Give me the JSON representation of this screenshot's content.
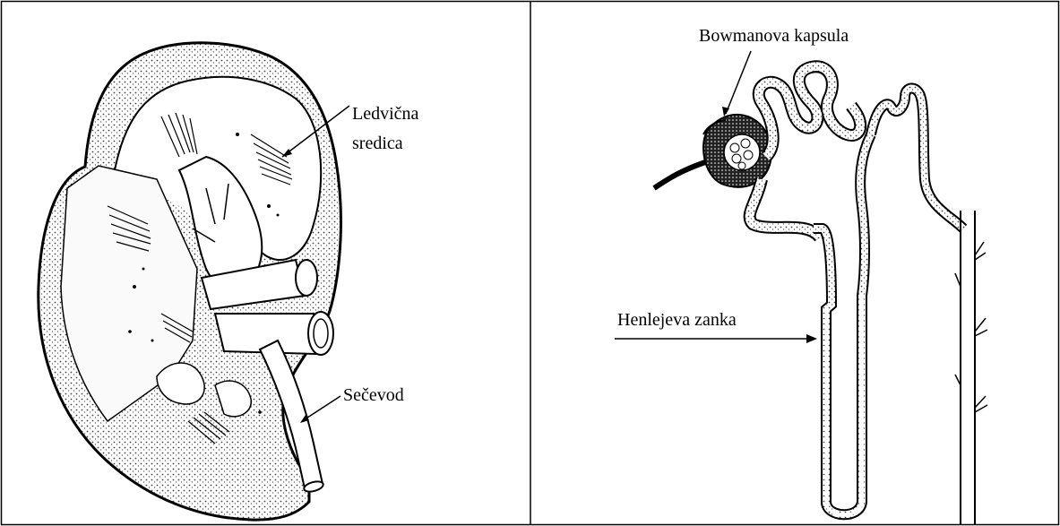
{
  "panels": {
    "kidney": {
      "labels": {
        "medulla_line1": "Ledvična",
        "medulla_line2": "sredica",
        "ureter": "Sečevod"
      }
    },
    "nephron": {
      "labels": {
        "bowman": "Bowmanova kapsula",
        "henle": "Henlejeva zanka"
      }
    }
  },
  "colors": {
    "ink": "#000000",
    "background": "#ffffff",
    "stipple": "#555555"
  }
}
